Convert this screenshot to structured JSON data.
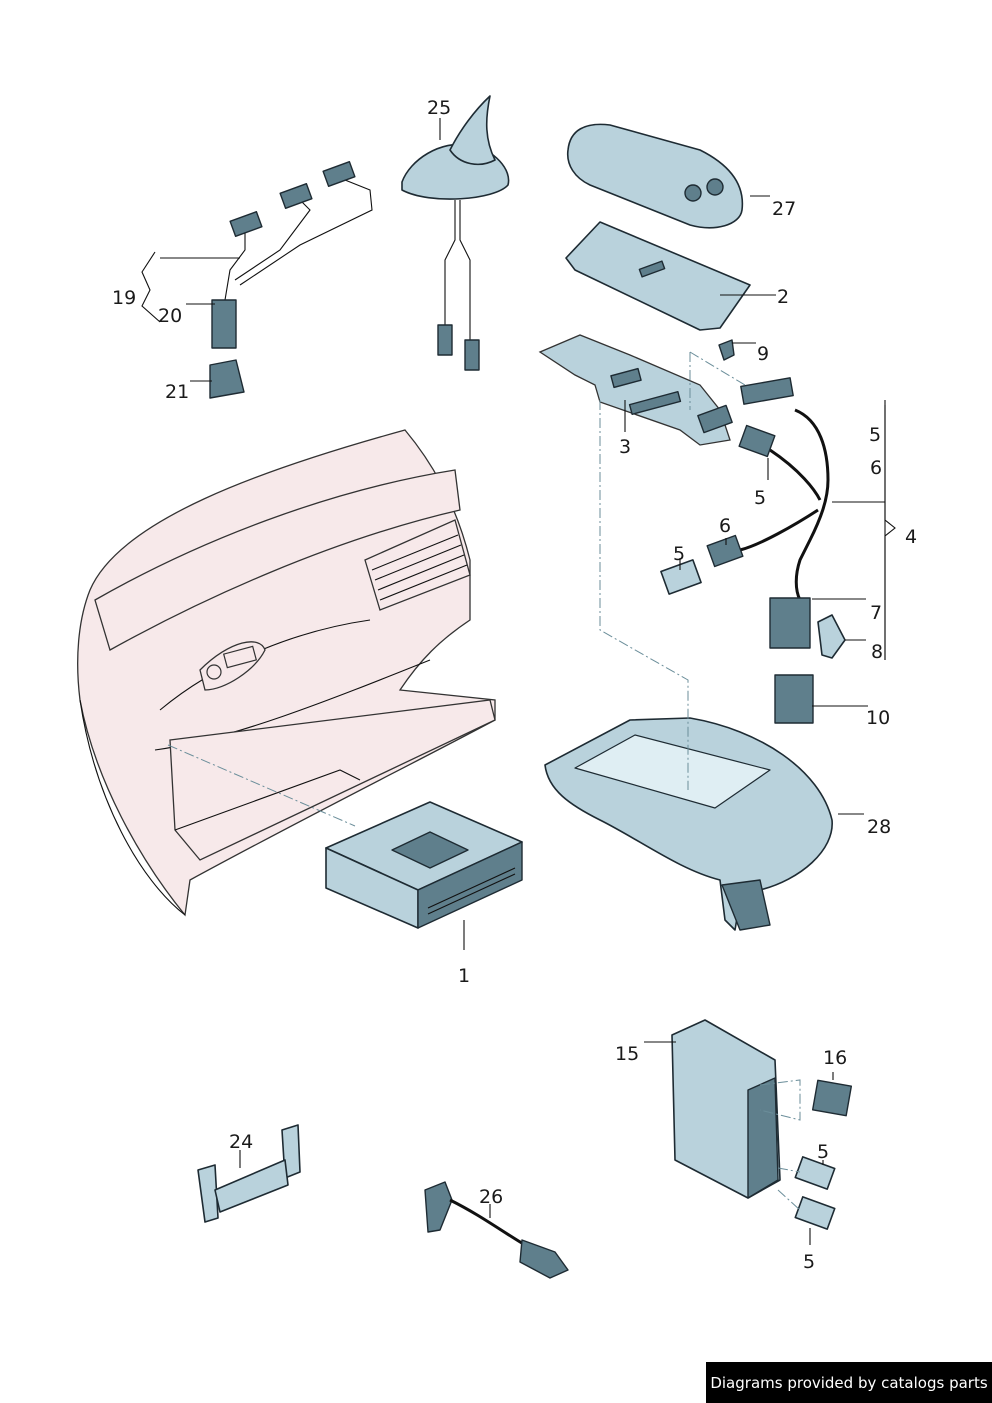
{
  "callouts": {
    "c1": "1",
    "c2": "2",
    "c3": "3",
    "c4": "4",
    "c5a": "5",
    "c5b": "5",
    "c5c": "5",
    "c5d": "5",
    "c5e": "5",
    "c6a": "6",
    "c6b": "6",
    "c7": "7",
    "c8": "8",
    "c9": "9",
    "c10": "10",
    "c15": "15",
    "c16": "16",
    "c19": "19",
    "c20": "20",
    "c21": "21",
    "c24": "24",
    "c25": "25",
    "c26": "26",
    "c27": "27",
    "c28": "28"
  },
  "credit": "Diagrams provided by catalogs parts",
  "colors": {
    "part_fill": "#b9d2dc",
    "part_dark": "#5f7f8c",
    "outline": "#1e2b33",
    "dashboard_fill": "#f7e9ea",
    "credit_bg": "#000000",
    "credit_text": "#ffffff"
  }
}
